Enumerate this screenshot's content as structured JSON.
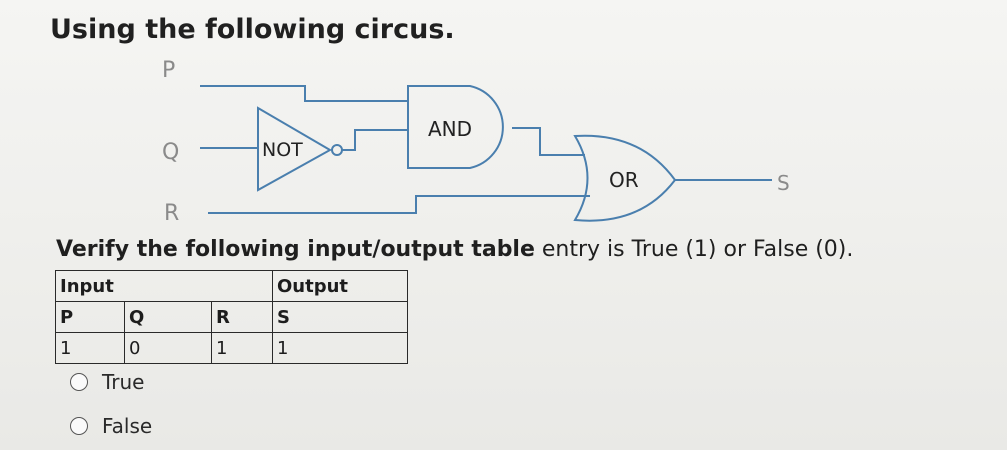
{
  "question": {
    "heading": "Using the following circus.",
    "instruction_bold": "Verify the following input/output table",
    "instruction_rest": " entry is True (1) or False (0)."
  },
  "circuit": {
    "inputs": [
      "P",
      "Q",
      "R"
    ],
    "gates": {
      "not": "NOT",
      "and": "AND",
      "or": "OR"
    },
    "output": "S"
  },
  "table": {
    "group_headers": {
      "input": "Input",
      "output": "Output"
    },
    "column_headers": [
      "P",
      "Q",
      "R",
      "S"
    ],
    "row": [
      "1",
      "0",
      "1",
      "1"
    ]
  },
  "options": [
    {
      "label": "True",
      "selected": false
    },
    {
      "label": "False",
      "selected": false
    }
  ],
  "colors": {
    "wire": "#4a7fae",
    "text": "#1f1f1f"
  }
}
